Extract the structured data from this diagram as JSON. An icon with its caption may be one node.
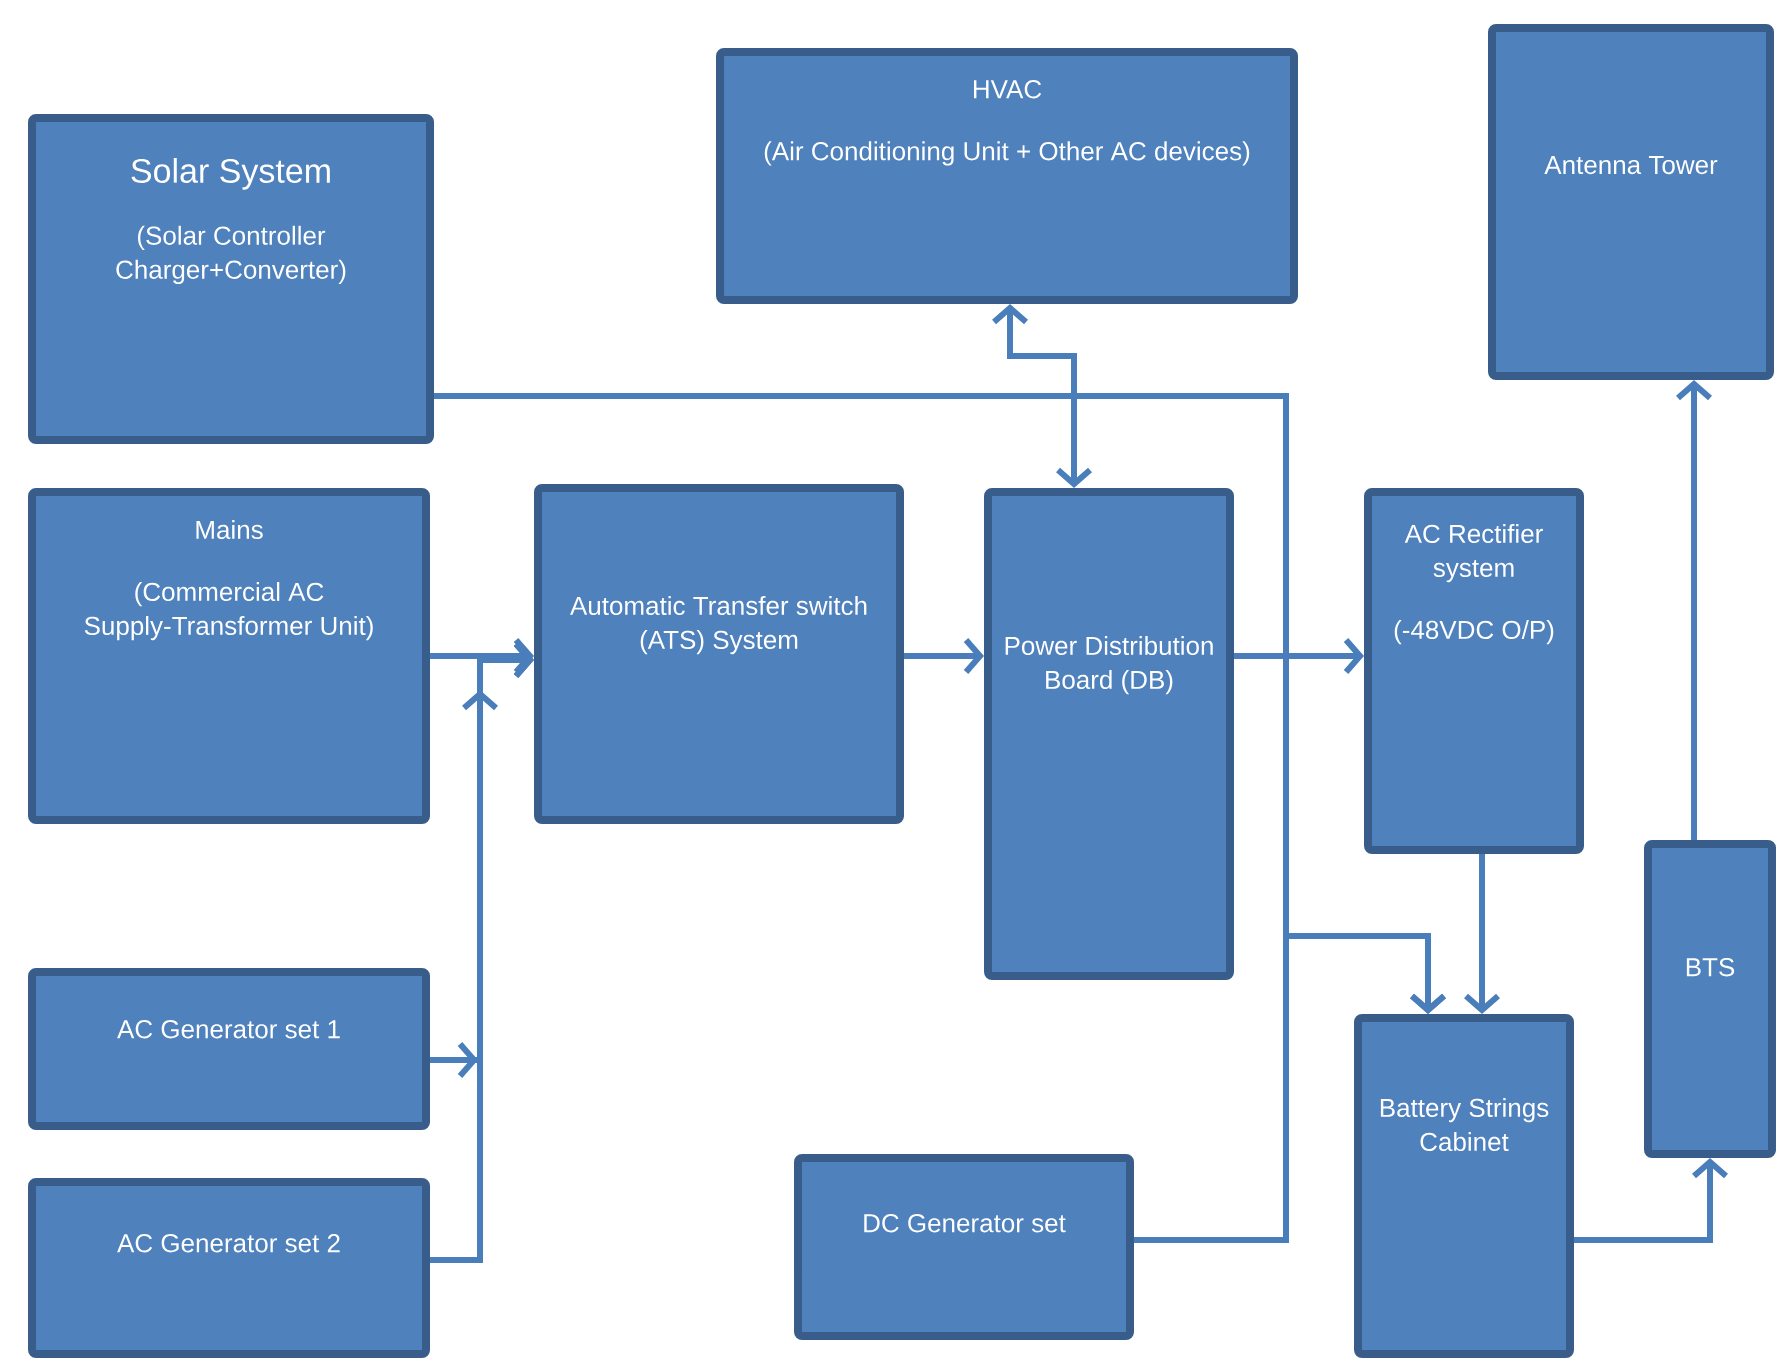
{
  "diagram": {
    "nodes": [
      {
        "text": [
          "Solar System",
          "(Solar Controller Charger+Converter)"
        ]
      },
      {
        "text": [
          "HVAC",
          "(Air Conditioning Unit + Other AC devices)"
        ]
      },
      {
        "text": [
          "Antenna Tower"
        ]
      },
      {
        "text": [
          "Mains",
          "(Commercial AC Supply-Transformer Unit)"
        ]
      },
      {
        "text": [
          "Automatic Transfer switch (ATS) System"
        ]
      },
      {
        "text": [
          "Power Distribution Board (DB)"
        ]
      },
      {
        "text": [
          "AC Rectifier system",
          "(-48VDC O/P)"
        ]
      },
      {
        "text": [
          "AC Generator set 1"
        ]
      },
      {
        "text": [
          "AC Generator set 2"
        ]
      },
      {
        "text": [
          "DC Generator set"
        ]
      },
      {
        "text": [
          "Battery Strings Cabinet"
        ]
      },
      {
        "text": [
          "BTS"
        ]
      }
    ],
    "edges": [
      {
        "from": 3,
        "to": 4,
        "arrow": "to"
      },
      {
        "from": 7,
        "to": 4,
        "arrow": "to"
      },
      {
        "from": 8,
        "to": 4,
        "arrow": "to"
      },
      {
        "from": 4,
        "to": 5,
        "arrow": "to"
      },
      {
        "from": 5,
        "to": 1,
        "arrow": "both"
      },
      {
        "from": 5,
        "to": 6,
        "arrow": "to"
      },
      {
        "from": 0,
        "to": 10,
        "arrow": "to"
      },
      {
        "from": 9,
        "to": 10,
        "arrow": "to"
      },
      {
        "from": 6,
        "to": 10,
        "arrow": "to"
      },
      {
        "from": 10,
        "to": 11,
        "arrow": "to"
      },
      {
        "from": 11,
        "to": 2,
        "arrow": "to"
      }
    ]
  }
}
